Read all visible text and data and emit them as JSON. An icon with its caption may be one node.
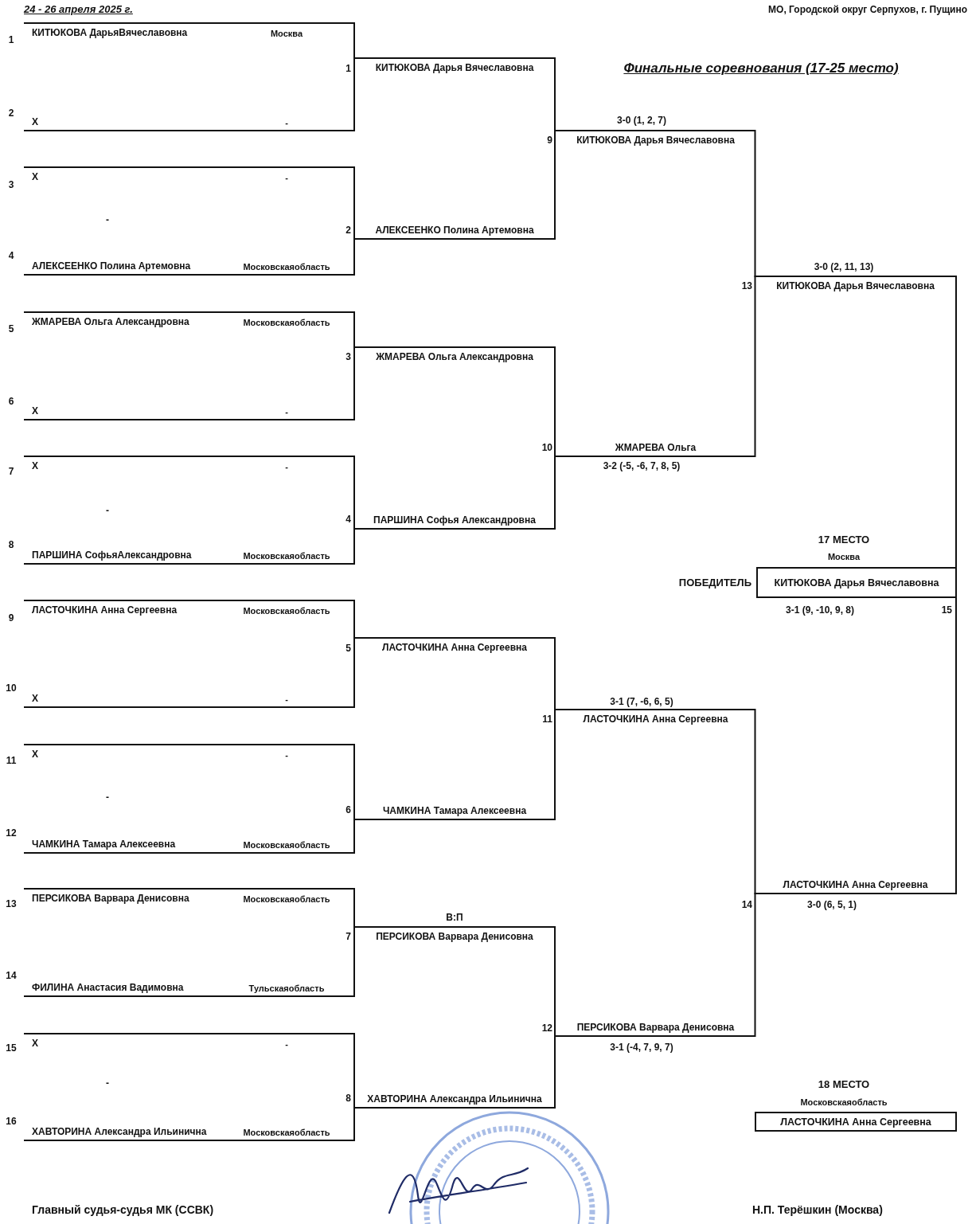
{
  "diagram": {
    "title": "Финальные соревнования (17-25 место)",
    "nodes": [
      {
        "text": [
          "КИТЮКОВА ДарьяВячеславовна",
          "Москва"
        ],
        "beside": [
          "1"
        ]
      },
      {
        "text": [
          "X",
          "-"
        ],
        "beside": [
          "2"
        ]
      },
      {
        "text": [
          "X",
          "-"
        ],
        "beside": [
          "3"
        ]
      },
      {
        "text": [
          "АЛЕКСЕЕНКО Полина Артемовна",
          "Московскаяобласть"
        ],
        "beside": [
          "4"
        ]
      },
      {
        "text": [
          "ЖМАРЕВА Ольга Александровна",
          "Московскаяобласть"
        ],
        "beside": [
          "5"
        ]
      },
      {
        "text": [
          "X",
          "-"
        ],
        "beside": [
          "6"
        ]
      },
      {
        "text": [
          "X",
          "-"
        ],
        "beside": [
          "7"
        ]
      },
      {
        "text": [
          "ПАРШИНА СофьяАлександровна",
          "Московскаяобласть"
        ],
        "beside": [
          "8"
        ]
      },
      {
        "text": [
          "ЛАСТОЧКИНА Анна Сергеевна",
          "Московскаяобласть"
        ],
        "beside": [
          "9"
        ]
      },
      {
        "text": [
          "X",
          "-"
        ],
        "beside": [
          "10"
        ]
      },
      {
        "text": [
          "X",
          "-"
        ],
        "beside": [
          "11"
        ]
      },
      {
        "text": [
          "ЧАМКИНА Тамара Алексеевна",
          "Московскаяобласть"
        ],
        "beside": [
          "12"
        ]
      },
      {
        "text": [
          "ПЕРСИКОВА Варвара Денисовна",
          "Московскаяобласть"
        ],
        "beside": [
          "13"
        ]
      },
      {
        "text": [
          "ФИЛИНА Анастасия Вадимовна",
          "Тульскаяобласть"
        ],
        "beside": [
          "14"
        ]
      },
      {
        "text": [
          "X",
          "-"
        ],
        "beside": [
          "15"
        ]
      },
      {
        "text": [
          "ХАВТОРИНА Александра Ильинична",
          "Московскаяобласть"
        ],
        "beside": [
          "16"
        ]
      },
      {
        "text": [
          "КИТЮКОВА Дарья Вячеславовна"
        ],
        "beside": [
          "1"
        ]
      },
      {
        "text": [
          "АЛЕКСЕЕНКО Полина Артемовна"
        ],
        "beside": [
          "2"
        ]
      },
      {
        "text": [
          "ЖМАРЕВА Ольга Александровна"
        ],
        "beside": [
          "3"
        ]
      },
      {
        "text": [
          "ПАРШИНА Софья Александровна"
        ],
        "beside": [
          "4"
        ]
      },
      {
        "text": [
          "ЛАСТОЧКИНА Анна Сергеевна"
        ],
        "beside": [
          "5"
        ]
      },
      {
        "text": [
          "ЧАМКИНА Тамара Алексеевна"
        ],
        "beside": [
          "6"
        ]
      },
      {
        "text": [
          "ПЕРСИКОВА Варвара Денисовна"
        ],
        "beside": [
          "7",
          "В:П"
        ]
      },
      {
        "text": [
          "ХАВТОРИНА Александра Ильинична"
        ],
        "beside": [
          "8"
        ]
      },
      {
        "text": [
          "КИТЮКОВА Дарья Вячеславовна"
        ],
        "beside": [
          "9",
          "3-0 (1, 2, 7)"
        ]
      },
      {
        "text": [
          "ЖМАРЕВА Ольга"
        ],
        "beside": [
          "10",
          "3-2 (-5, -6, 7, 8, 5)"
        ]
      },
      {
        "text": [
          "ЛАСТОЧКИНА Анна Сергеевна"
        ],
        "beside": [
          "11",
          "3-1 (7, -6, 6, 5)"
        ]
      },
      {
        "text": [
          "ПЕРСИКОВА Варвара Денисовна"
        ],
        "beside": [
          "12",
          "3-1 (-4, 7, 9, 7)"
        ]
      },
      {
        "text": [
          "КИТЮКОВА Дарья Вячеславовна"
        ],
        "beside": [
          "13",
          "3-0 (2, 11, 13)"
        ]
      },
      {
        "text": [
          "ЛАСТОЧКИНА Анна Сергеевна"
        ],
        "beside": [
          "14",
          "3-0 (6, 5, 1)"
        ]
      },
      {
        "text": [
          "17 МЕСТО",
          "Москва",
          "КИТЮКОВА Дарья Вячеславовна"
        ],
        "beside": [
          "ПОБЕДИТЕЛЬ",
          "3-1 (9, -10, 9, 8)",
          "15"
        ]
      },
      {
        "text": [
          "18 МЕСТО",
          "Московскаяобласть",
          "ЛАСТОЧКИНА Анна Сергеевна"
        ]
      }
    ],
    "edges": [
      {
        "from": 0,
        "to": 16,
        "arrow": "none"
      },
      {
        "from": 1,
        "to": 16,
        "arrow": "none"
      },
      {
        "from": 2,
        "to": 17,
        "arrow": "none"
      },
      {
        "from": 3,
        "to": 17,
        "arrow": "none"
      },
      {
        "from": 4,
        "to": 18,
        "arrow": "none"
      },
      {
        "from": 5,
        "to": 18,
        "arrow": "none"
      },
      {
        "from": 6,
        "to": 19,
        "arrow": "none"
      },
      {
        "from": 7,
        "to": 19,
        "arrow": "none"
      },
      {
        "from": 8,
        "to": 20,
        "arrow": "none"
      },
      {
        "from": 9,
        "to": 20,
        "arrow": "none"
      },
      {
        "from": 10,
        "to": 21,
        "arrow": "none"
      },
      {
        "from": 11,
        "to": 21,
        "arrow": "none"
      },
      {
        "from": 12,
        "to": 22,
        "arrow": "none"
      },
      {
        "from": 13,
        "to": 22,
        "arrow": "none"
      },
      {
        "from": 14,
        "to": 23,
        "arrow": "none"
      },
      {
        "from": 15,
        "to": 23,
        "arrow": "none"
      },
      {
        "from": 16,
        "to": 24,
        "arrow": "none"
      },
      {
        "from": 17,
        "to": 24,
        "arrow": "none"
      },
      {
        "from": 18,
        "to": 25,
        "arrow": "none"
      },
      {
        "from": 19,
        "to": 25,
        "arrow": "none"
      },
      {
        "from": 20,
        "to": 26,
        "arrow": "none"
      },
      {
        "from": 21,
        "to": 26,
        "arrow": "none"
      },
      {
        "from": 22,
        "to": 27,
        "arrow": "none"
      },
      {
        "from": 23,
        "to": 27,
        "arrow": "none"
      },
      {
        "from": 24,
        "to": 28,
        "arrow": "none"
      },
      {
        "from": 25,
        "to": 28,
        "arrow": "none"
      },
      {
        "from": 26,
        "to": 29,
        "arrow": "none"
      },
      {
        "from": 27,
        "to": 29,
        "arrow": "none"
      },
      {
        "from": 28,
        "to": 30,
        "arrow": "none"
      },
      {
        "from": 29,
        "to": 30,
        "arrow": "none"
      }
    ],
    "labels": [
      "24 - 26 апреля 2025 г.",
      "МО, Городской округ Серпухов, г. Пущино",
      "-",
      "-",
      "-",
      "-",
      "Главный судья-судья МК (ССВК)",
      "Н.П. Терёшкин (Москва)"
    ]
  }
}
